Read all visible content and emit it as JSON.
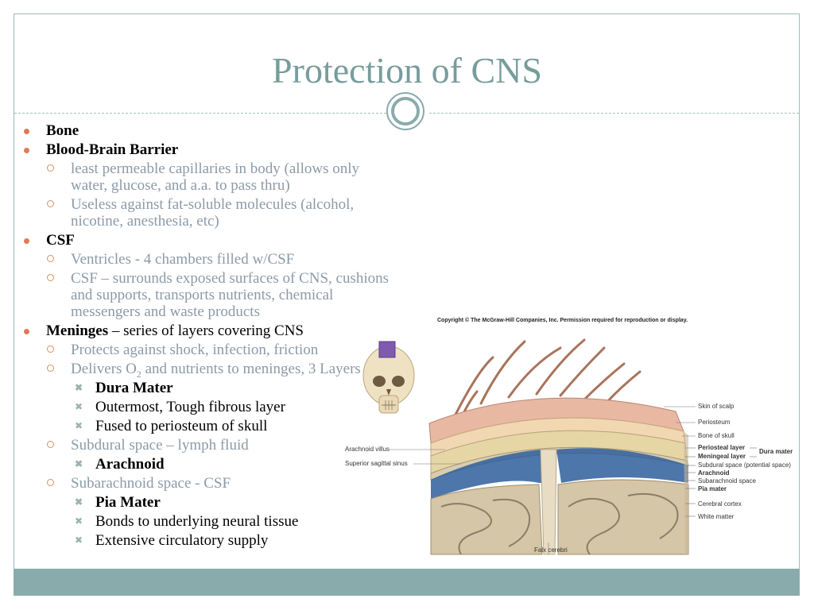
{
  "slide": {
    "title": "Protection of CNS",
    "bullets": {
      "bone": "Bone",
      "bbb": "Blood-Brain Barrier",
      "bbb_sub1": "least permeable capillaries in body (allows only water, glucose, and a.a. to pass thru)",
      "bbb_sub2": "Useless against fat-soluble molecules (alcohol, nicotine, anesthesia, etc)",
      "csf": "CSF",
      "csf_sub1": "Ventricles - 4 chambers filled w/CSF",
      "csf_sub2": "CSF – surrounds exposed surfaces of CNS, cushions and supports, transports nutrients, chemical messengers and waste products",
      "meninges": "Meninges",
      "meninges_rest": " – series of layers covering CNS",
      "men_sub1": "Protects against shock, infection, friction",
      "men_sub2_a": "Delivers O",
      "men_sub2_sub": "2",
      "men_sub2_b": " and nutrients to meninges, 3 Layers",
      "dura": "Dura Mater",
      "dura_1": "Outermost, Tough fibrous layer",
      "dura_2": "Fused to periosteum of skull",
      "subdural": "Subdural space – lymph fluid",
      "arachnoid": "Arachnoid",
      "subarachnoid": "Subarachnoid space - CSF",
      "pia": "Pia Mater",
      "pia_1": "Bonds to underlying neural tissue",
      "pia_2": "Extensive circulatory supply"
    }
  },
  "figure": {
    "copyright": "Copyright © The McGraw-Hill Companies, Inc. Permission required for reproduction or display.",
    "labels": {
      "skin_of_scalp": "Skin of scalp",
      "periosteum": "Periosteum",
      "bone_of_skull": "Bone of skull",
      "periosteal_layer": "Periosteal layer",
      "meningeal_layer": "Meningeal layer",
      "dura_mater": "Dura mater",
      "subdural_space": "Subdural space (potential space)",
      "arachnoid": "Arachnoid",
      "subarachnoid_space": "Subarachnoid space",
      "pia_mater": "Pia mater",
      "cerebral_cortex": "Cerebral cortex",
      "white_matter": "White matter",
      "arachnoid_villus": "Arachnoid villus",
      "superior_sagittal_sinus": "Superior sagittal sinus",
      "falx_cerebri": "Falx cerebri"
    }
  },
  "colors": {
    "title": "#779c9c",
    "band": "#8aabab",
    "bullet_l1": "#e07a53",
    "bullet_l2": "#d9915f",
    "subtext": "#8c9aa7"
  }
}
